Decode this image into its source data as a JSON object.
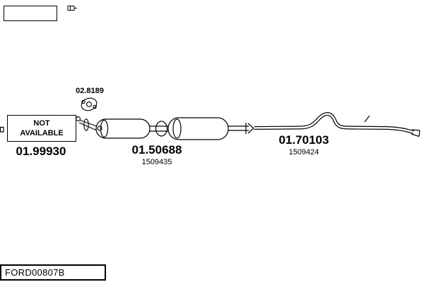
{
  "colors": {
    "ink": "#000000",
    "background": "#ffffff"
  },
  "parts": {
    "gasket": {
      "part_number": "02.8189"
    },
    "front_pipe": {
      "availability_line1": "NOT",
      "availability_line2": "AVAILABLE",
      "part_number": "01.99930"
    },
    "middle_silencer": {
      "part_number": "01.50688",
      "ref_number": "1509435"
    },
    "rear_silencer": {
      "part_number": "01.70103",
      "ref_number": "1509424"
    }
  },
  "footer": {
    "catalog_code": "FORD00807B"
  }
}
